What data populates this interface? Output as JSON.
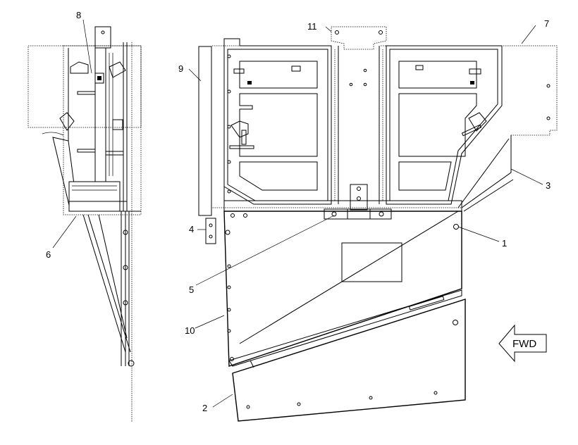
{
  "callouts": [
    {
      "id": "c1",
      "text": "1"
    },
    {
      "id": "c2",
      "text": "2"
    },
    {
      "id": "c3",
      "text": "3"
    },
    {
      "id": "c4",
      "text": "4"
    },
    {
      "id": "c5",
      "text": "5"
    },
    {
      "id": "c6",
      "text": "6"
    },
    {
      "id": "c7",
      "text": "7"
    },
    {
      "id": "c8",
      "text": "8"
    },
    {
      "id": "c9",
      "text": "9"
    },
    {
      "id": "c10",
      "text": "10"
    },
    {
      "id": "c11",
      "text": "11"
    }
  ],
  "direction_arrow": {
    "text": "FWD"
  }
}
